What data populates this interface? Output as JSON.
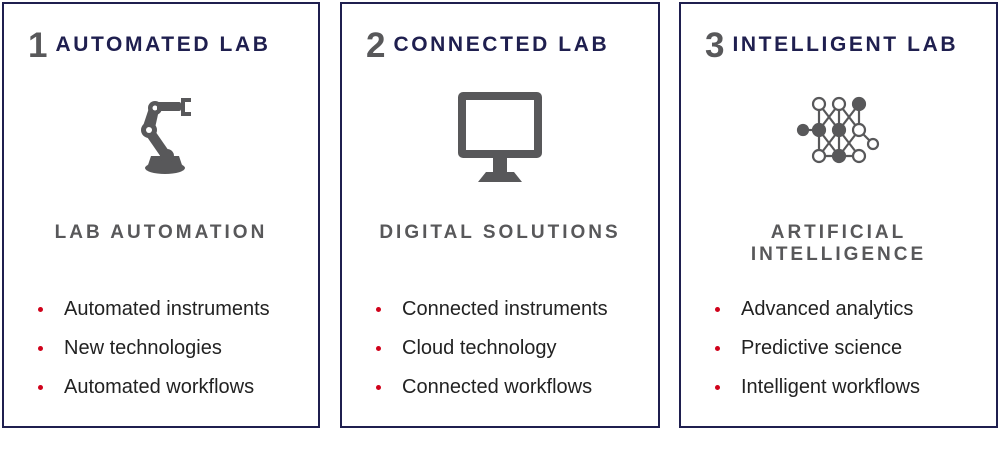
{
  "colors": {
    "border": "#1f1f4f",
    "heading": "#1f1f4f",
    "number": "#58585a",
    "icon": "#58585a",
    "bullet": "#d0021b"
  },
  "cards": [
    {
      "number": "1",
      "heading": "AUTOMATED LAB",
      "icon": "robot-arm-icon",
      "subtitle_lines": [
        "LAB AUTOMATION"
      ],
      "features": [
        "Automated instruments",
        "New technologies",
        "Automated workflows"
      ]
    },
    {
      "number": "2",
      "heading": "CONNECTED LAB",
      "icon": "monitor-icon",
      "subtitle_lines": [
        "DIGITAL SOLUTIONS"
      ],
      "features": [
        "Connected instruments",
        "Cloud technology",
        "Connected workflows"
      ]
    },
    {
      "number": "3",
      "heading": "INTELLIGENT LAB",
      "icon": "neural-network-icon",
      "subtitle_lines": [
        "ARTIFICIAL",
        "INTELLIGENCE"
      ],
      "features": [
        "Advanced analytics",
        "Predictive science",
        "Intelligent workflows"
      ]
    }
  ]
}
